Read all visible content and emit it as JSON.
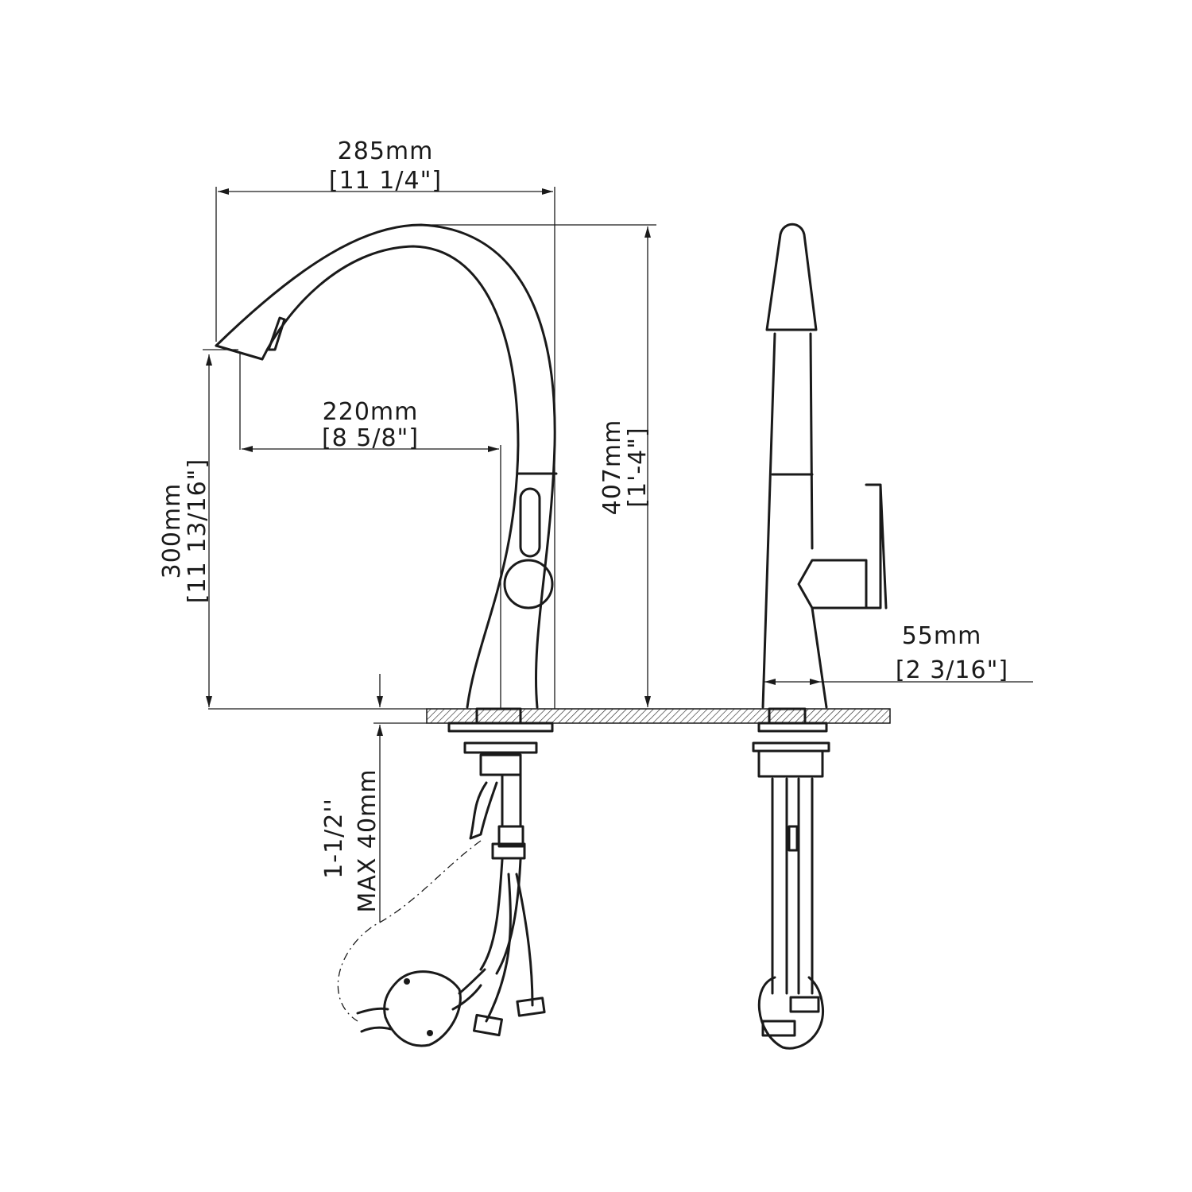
{
  "dimensions": {
    "spout_reach": {
      "metric": "285mm",
      "imperial": "[11 1/4\"]"
    },
    "spout_to_center": {
      "metric": "220mm",
      "imperial": "[8 5/8\"]"
    },
    "overall_height": {
      "metric": "407mm",
      "imperial": "[1'-4\"]"
    },
    "spout_height": {
      "metric": "300mm",
      "imperial": "[11 13/16\"]"
    },
    "base_diameter": {
      "metric": "55mm",
      "imperial": "[2 3/16\"]"
    },
    "deck_thickness": {
      "imperial": "1-1/2''",
      "metric": "MAX 40mm"
    }
  }
}
